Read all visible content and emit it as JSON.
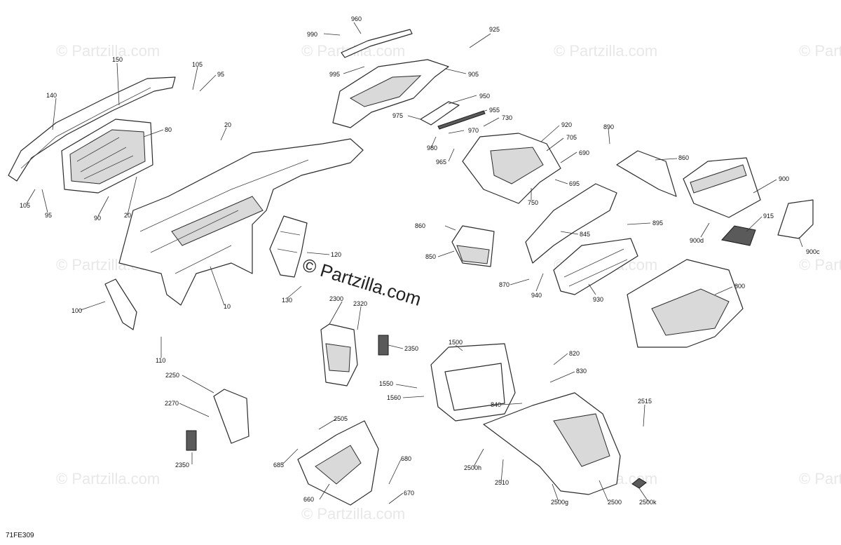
{
  "watermark": "© Partzilla.com",
  "center_watermark": "© Partzilla.com",
  "diagram_code": "71FE309",
  "callouts": {
    "c960": "960",
    "c990": "990",
    "c995": "995",
    "c925": "925",
    "c905": "905",
    "c950": "950",
    "c975": "975",
    "c955": "955",
    "c970": "970",
    "c730": "730",
    "c980": "980",
    "c965": "965",
    "c920": "920",
    "c705": "705",
    "c690": "690",
    "c695": "695",
    "c750": "750",
    "c890": "890",
    "c860a": "860",
    "c900": "900",
    "c915": "915",
    "c900d": "900d",
    "c900c": "900c",
    "c895": "895",
    "c845": "845",
    "c860b": "860",
    "c850": "850",
    "c870": "870",
    "c940": "940",
    "c930": "930",
    "c800": "800",
    "c150": "150",
    "c105a": "105",
    "c95a": "95",
    "c140": "140",
    "c80": "80",
    "c20a": "20",
    "c105b": "105",
    "c95b": "95",
    "c90": "90",
    "c20b": "20",
    "c120": "120",
    "c130": "130",
    "c10": "10",
    "c100": "100",
    "c110": "110",
    "c2300": "2300",
    "c2320": "2320",
    "c2350a": "2350",
    "c1500": "1500",
    "c1550": "1550",
    "c1560": "1560",
    "c820": "820",
    "c830": "830",
    "c840": "840",
    "c2250": "2250",
    "c2270": "2270",
    "c2350b": "2350",
    "c2505": "2505",
    "c685": "685",
    "c680": "680",
    "c670": "670",
    "c660": "660",
    "c2515": "2515",
    "c2500h": "2500h",
    "c2510": "2510",
    "c2500g": "2500g",
    "c2500": "2500",
    "c2500k": "2500k"
  }
}
